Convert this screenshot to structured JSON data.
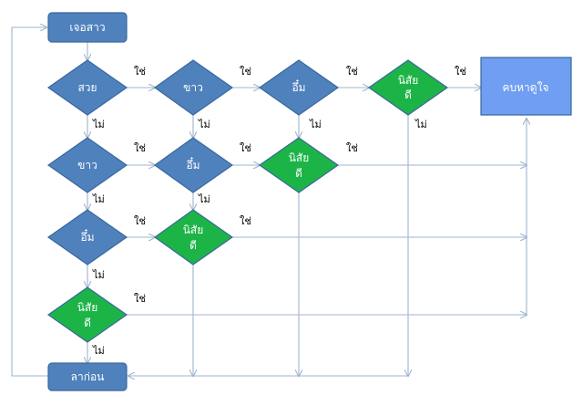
{
  "nodes": {
    "start": "เจอสาว",
    "r1c1": "สวย",
    "r1c2": "ขาว",
    "r1c3": "อึ๋ม",
    "r1c4_l1": "นิสัย",
    "r1c4_l2": "ดี",
    "goal": "คบหาดูใจ",
    "r2c1": "ขาว",
    "r2c2": "อึ๋ม",
    "r2c3_l1": "นิสัย",
    "r2c3_l2": "ดี",
    "r3c1": "อึ๋ม",
    "r3c2_l1": "นิสัย",
    "r3c2_l2": "ดี",
    "r4c1_l1": "นิสัย",
    "r4c1_l2": "ดี",
    "end": "ลาก่อน"
  },
  "labels": {
    "yes": "ใช่",
    "no": "ไม่"
  },
  "colors": {
    "blue": "#4f81bd",
    "green": "#1db447",
    "goal": "#6f9ef2",
    "edge": "#9fb5cf"
  }
}
